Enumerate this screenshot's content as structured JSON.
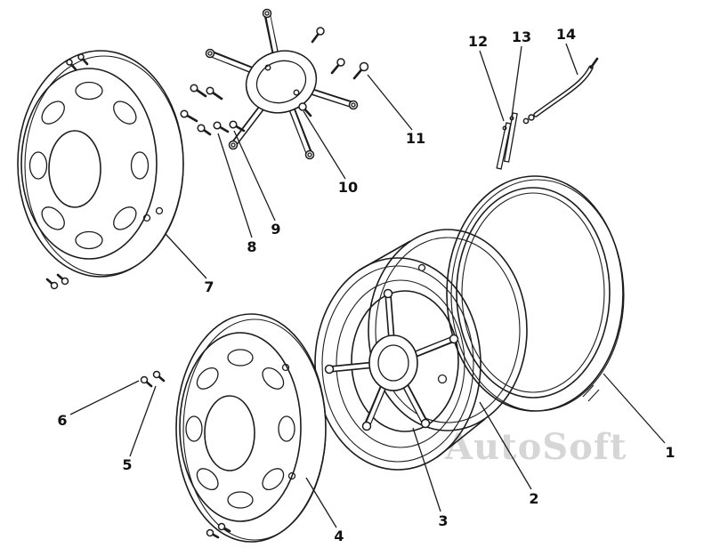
{
  "watermark": {
    "text": "AutoSoft",
    "color": "#b5b5b5"
  },
  "colors": {
    "line": "#1c1c1c",
    "background": "#ffffff",
    "label_color": "#111111"
  },
  "callouts": [
    {
      "label": "1"
    },
    {
      "label": "2"
    },
    {
      "label": "3"
    },
    {
      "label": "4"
    },
    {
      "label": "5"
    },
    {
      "label": "6"
    },
    {
      "label": "7"
    },
    {
      "label": "8"
    },
    {
      "label": "9"
    },
    {
      "label": "10"
    },
    {
      "label": "11"
    },
    {
      "label": "12"
    },
    {
      "label": "13"
    },
    {
      "label": "14"
    }
  ]
}
